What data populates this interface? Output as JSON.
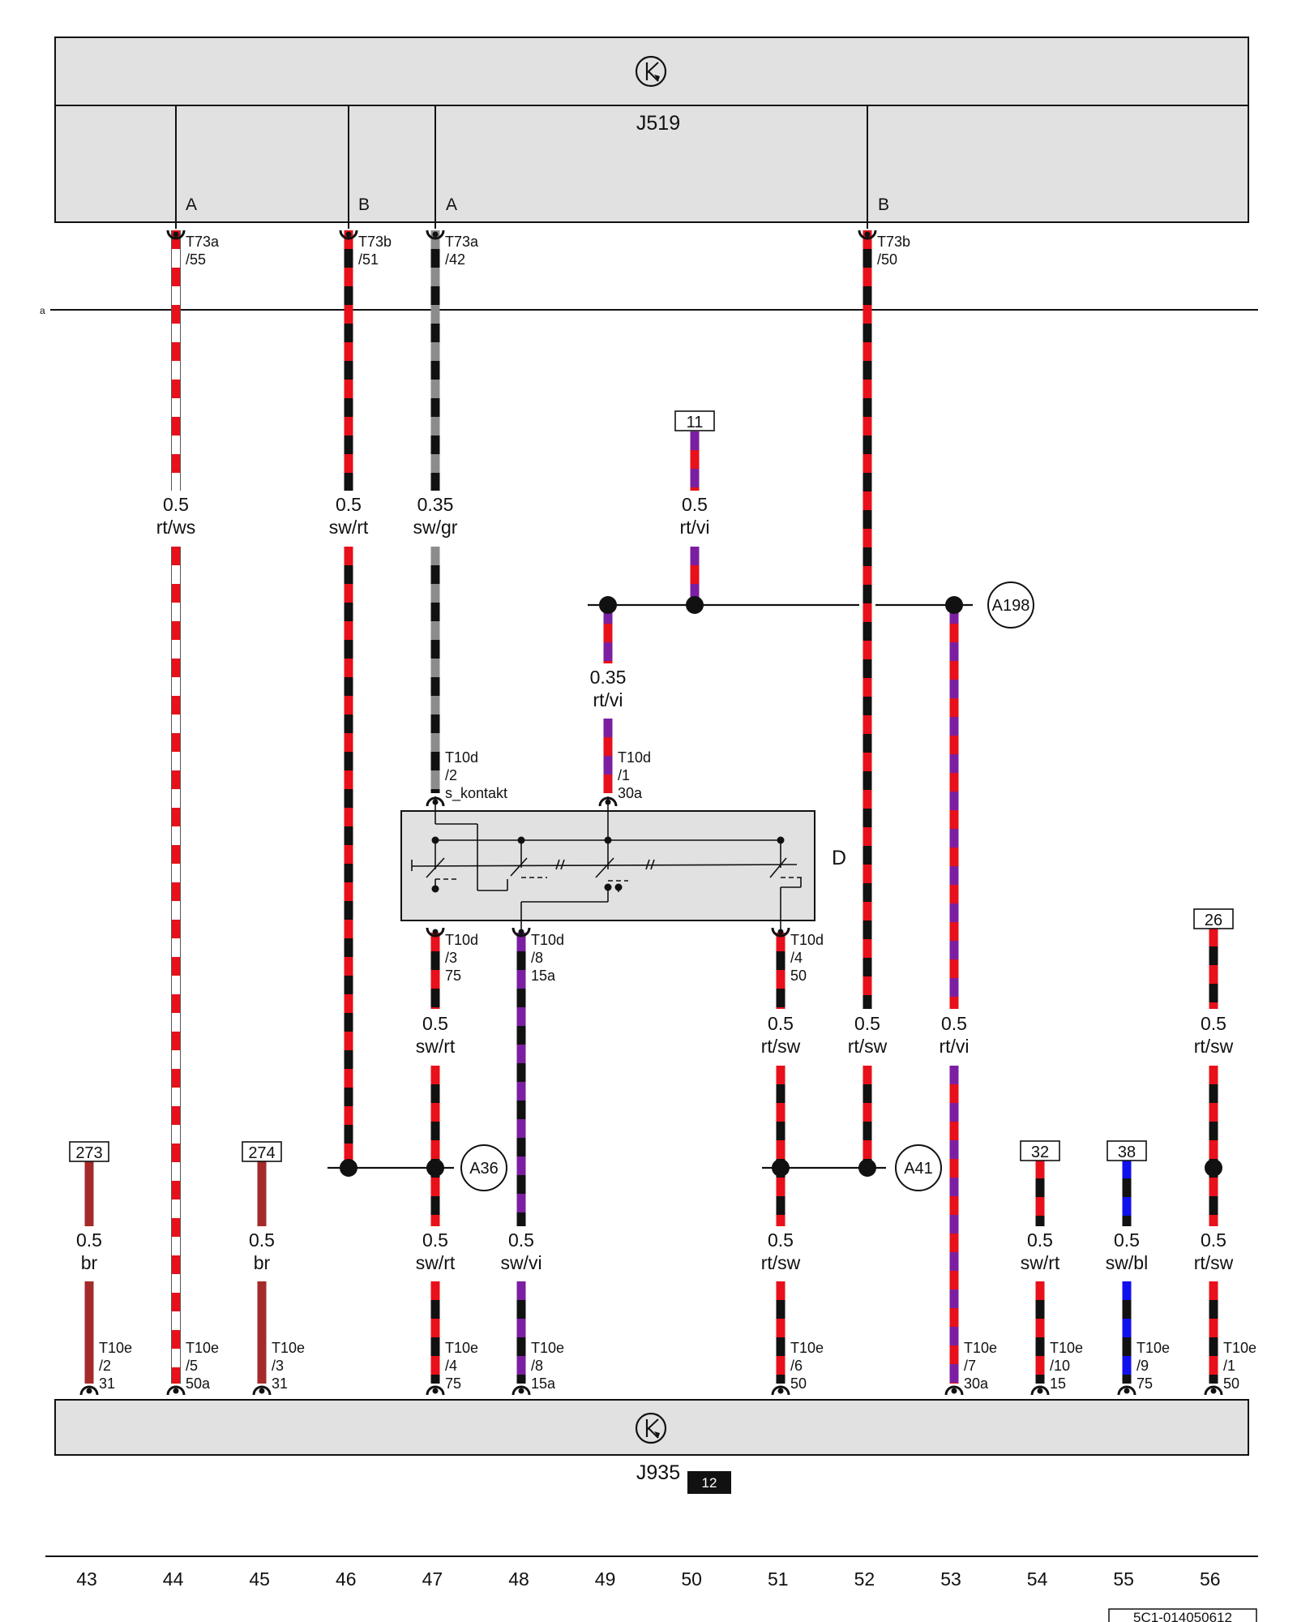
{
  "colors": {
    "rt": "#e8101a",
    "ws": "#ffffff",
    "sw": "#111111",
    "gr": "#8c8c8c",
    "vi": "#7b1fa2",
    "br": "#a52a2a",
    "bl": "#1010ee",
    "box_fill": "#e1e1e1"
  },
  "control_units": {
    "top": {
      "name": "J519",
      "icon": "control-unit-icon"
    },
    "bottom": {
      "name": "J935",
      "icon": "control-unit-icon"
    },
    "bottom_ref": "12",
    "switch": {
      "name": "D"
    }
  },
  "plugs": {
    "a": "A",
    "b1": "B",
    "a2": "A",
    "b2": "B"
  },
  "edge_marker": "a",
  "refs": {
    "r11": "11",
    "r26": "26",
    "r273": "273",
    "r274": "274",
    "r32": "32",
    "r38": "38"
  },
  "splices": {
    "a198": "A198",
    "a36": "A36",
    "a41": "A41"
  },
  "pins": {
    "t73a55": {
      "conn": "T73a",
      "pin": "/55"
    },
    "t73b51": {
      "conn": "T73b",
      "pin": "/51"
    },
    "t73a42": {
      "conn": "T73a",
      "pin": "/42"
    },
    "t73b50": {
      "conn": "T73b",
      "pin": "/50"
    },
    "t10d2": {
      "conn": "T10d",
      "pin": "/2",
      "term": "s_kontakt"
    },
    "t10d1": {
      "conn": "T10d",
      "pin": "/1",
      "term": "30a"
    },
    "t10d3": {
      "conn": "T10d",
      "pin": "/3",
      "term": "75"
    },
    "t10d8": {
      "conn": "T10d",
      "pin": "/8",
      "term": "15a"
    },
    "t10d4": {
      "conn": "T10d",
      "pin": "/4",
      "term": "50"
    },
    "t10e2": {
      "conn": "T10e",
      "pin": "/2",
      "term": "31"
    },
    "t10e5": {
      "conn": "T10e",
      "pin": "/5",
      "term": "50a"
    },
    "t10e3": {
      "conn": "T10e",
      "pin": "/3",
      "term": "31"
    },
    "t10e4": {
      "conn": "T10e",
      "pin": "/4",
      "term": "75"
    },
    "t10e8": {
      "conn": "T10e",
      "pin": "/8",
      "term": "15a"
    },
    "t10e6": {
      "conn": "T10e",
      "pin": "/6",
      "term": "50"
    },
    "t10e7": {
      "conn": "T10e",
      "pin": "/7",
      "term": "30a"
    },
    "t10e10": {
      "conn": "T10e",
      "pin": "/10",
      "term": "15"
    },
    "t10e9": {
      "conn": "T10e",
      "pin": "/9",
      "term": "75"
    },
    "t10e1": {
      "conn": "T10e",
      "pin": "/1",
      "term": "50"
    }
  },
  "wire_labels": {
    "w44": {
      "size": "0.5",
      "color": "rt/ws"
    },
    "w46": {
      "size": "0.5",
      "color": "sw/rt"
    },
    "w47t": {
      "size": "0.35",
      "color": "sw/gr"
    },
    "w50t": {
      "size": "0.5",
      "color": "rt/vi"
    },
    "w49": {
      "size": "0.35",
      "color": "rt/vi"
    },
    "w47m": {
      "size": "0.5",
      "color": "sw/rt"
    },
    "w51m": {
      "size": "0.5",
      "color": "rt/sw"
    },
    "w52m": {
      "size": "0.5",
      "color": "rt/sw"
    },
    "w53m": {
      "size": "0.5",
      "color": "rt/vi"
    },
    "w56m": {
      "size": "0.5",
      "color": "rt/sw"
    },
    "w43": {
      "size": "0.5",
      "color": "br"
    },
    "w45": {
      "size": "0.5",
      "color": "br"
    },
    "w47b": {
      "size": "0.5",
      "color": "sw/rt"
    },
    "w48b": {
      "size": "0.5",
      "color": "sw/vi"
    },
    "w51b": {
      "size": "0.5",
      "color": "rt/sw"
    },
    "w54b": {
      "size": "0.5",
      "color": "sw/rt"
    },
    "w55b": {
      "size": "0.5",
      "color": "sw/bl"
    },
    "w56b": {
      "size": "0.5",
      "color": "rt/sw"
    }
  },
  "coordinates": [
    "43",
    "44",
    "45",
    "46",
    "47",
    "48",
    "49",
    "50",
    "51",
    "52",
    "53",
    "54",
    "55",
    "56"
  ],
  "diagram_code": "5C1-014050612"
}
